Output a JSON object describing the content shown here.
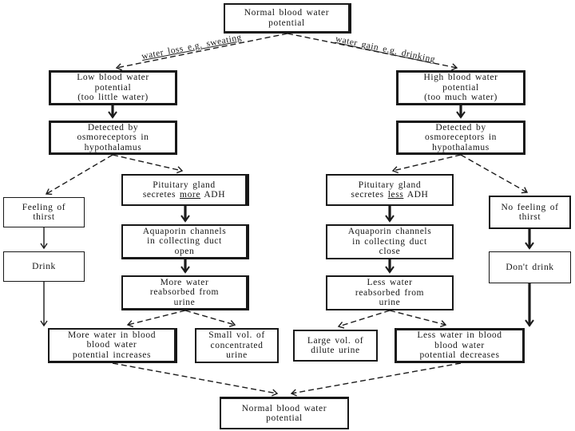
{
  "page": {
    "background": "#ffffff",
    "line_color": "#1b1b1b"
  },
  "flowchart": {
    "edge_labels": {
      "water_loss": "water loss e.g. sweating",
      "water_gain": "water gain e.g. drinking"
    },
    "nodes": {
      "normal_top": {
        "l1": "Normal blood water",
        "l2": "potential"
      },
      "low": {
        "l1": "Low blood water",
        "l2": "potential",
        "l3": "(too little water)"
      },
      "high": {
        "l1": "High blood water",
        "l2": "potential",
        "l3": "(too much water)"
      },
      "detected_left": {
        "l1": "Detected by",
        "l2": "osmoreceptors in",
        "l3": "hypothalamus"
      },
      "detected_right": {
        "l1": "Detected by",
        "l2": "osmoreceptors in",
        "l3": "hypothalamus"
      },
      "feeling_of_thirst": {
        "l1": "Feeling of",
        "l2": "thirst"
      },
      "drink": {
        "l1": "Drink"
      },
      "pituitary_more": {
        "l1": "Pituitary gland",
        "l2_pre": "secretes ",
        "l2_em": "more",
        "l2_post": " ADH"
      },
      "pituitary_less": {
        "l1": "Pituitary gland",
        "l2_pre": "secretes ",
        "l2_em": "less",
        "l2_post": " ADH"
      },
      "aquaporin_open": {
        "l1": "Aquaporin channels",
        "l2": "in collecting duct",
        "l3": "open"
      },
      "aquaporin_close": {
        "l1": "Aquaporin channels",
        "l2": "in collecting duct",
        "l3": "close"
      },
      "more_reabsorbed": {
        "l1": "More water",
        "l2": "reabsorbed from",
        "l3": "urine"
      },
      "less_reabsorbed": {
        "l1": "Less water",
        "l2": "reabsorbed from",
        "l3": "urine"
      },
      "no_feeling": {
        "l1": "No feeling of",
        "l2": "thirst"
      },
      "dont_drink": {
        "l1": "Don't drink"
      },
      "more_in_blood": {
        "l1": "More water in blood",
        "l2": "blood water",
        "l3": "potential increases"
      },
      "small_vol": {
        "l1": "Small vol. of",
        "l2": "concentrated",
        "l3": "urine"
      },
      "large_vol": {
        "l1": "Large vol. of",
        "l2": "dilute urine"
      },
      "less_in_blood": {
        "l1": "Less water in blood",
        "l2": "blood water",
        "l3": "potential decreases"
      },
      "normal_bottom": {
        "l1": "Normal blood water",
        "l2": "potential"
      }
    }
  }
}
